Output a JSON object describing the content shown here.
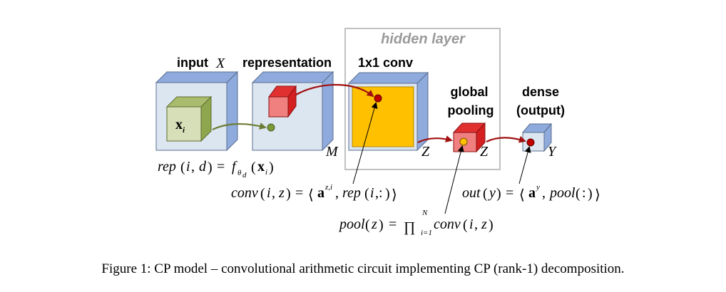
{
  "labels": {
    "input": "input",
    "input_var": "X",
    "representation": "representation",
    "hidden_layer": "hidden layer",
    "conv": "1x1 conv",
    "global_1": "global",
    "global_2": "pooling",
    "dense_1": "dense",
    "dense_2": "(output)",
    "dim_M": "M",
    "dim_Z_conv": "Z",
    "dim_Z_pool": "Z",
    "dim_Y": "Y",
    "x_i": "x",
    "x_i_sub": "i"
  },
  "equations": {
    "rep": "rep(i,d) = f_θd(x_i)",
    "conv": "conv(i,z) = ⟨a^{z,i}, rep(i,:)⟩",
    "pool": "pool(z) = ∏_{i=1}^{N} conv(i,z)",
    "out": "out(y) = ⟨a^y, pool(:)⟩"
  },
  "caption": "Figure 1: CP model – convolutional arithmetic circuit implementing CP (rank-1) decomposition.",
  "colors": {
    "box_front": "#dce6f1",
    "box_side": "#8faadc",
    "green_cube": "#c9d6a3",
    "green_cube_side": "#8ea74f",
    "red_front": "#f08080",
    "red_side": "#d42020",
    "yellow": "#ffc000",
    "dark_red_arrow": "#a01010",
    "olive_arrow": "#6e7d35",
    "hidden_frame": "#c0c0c0"
  }
}
